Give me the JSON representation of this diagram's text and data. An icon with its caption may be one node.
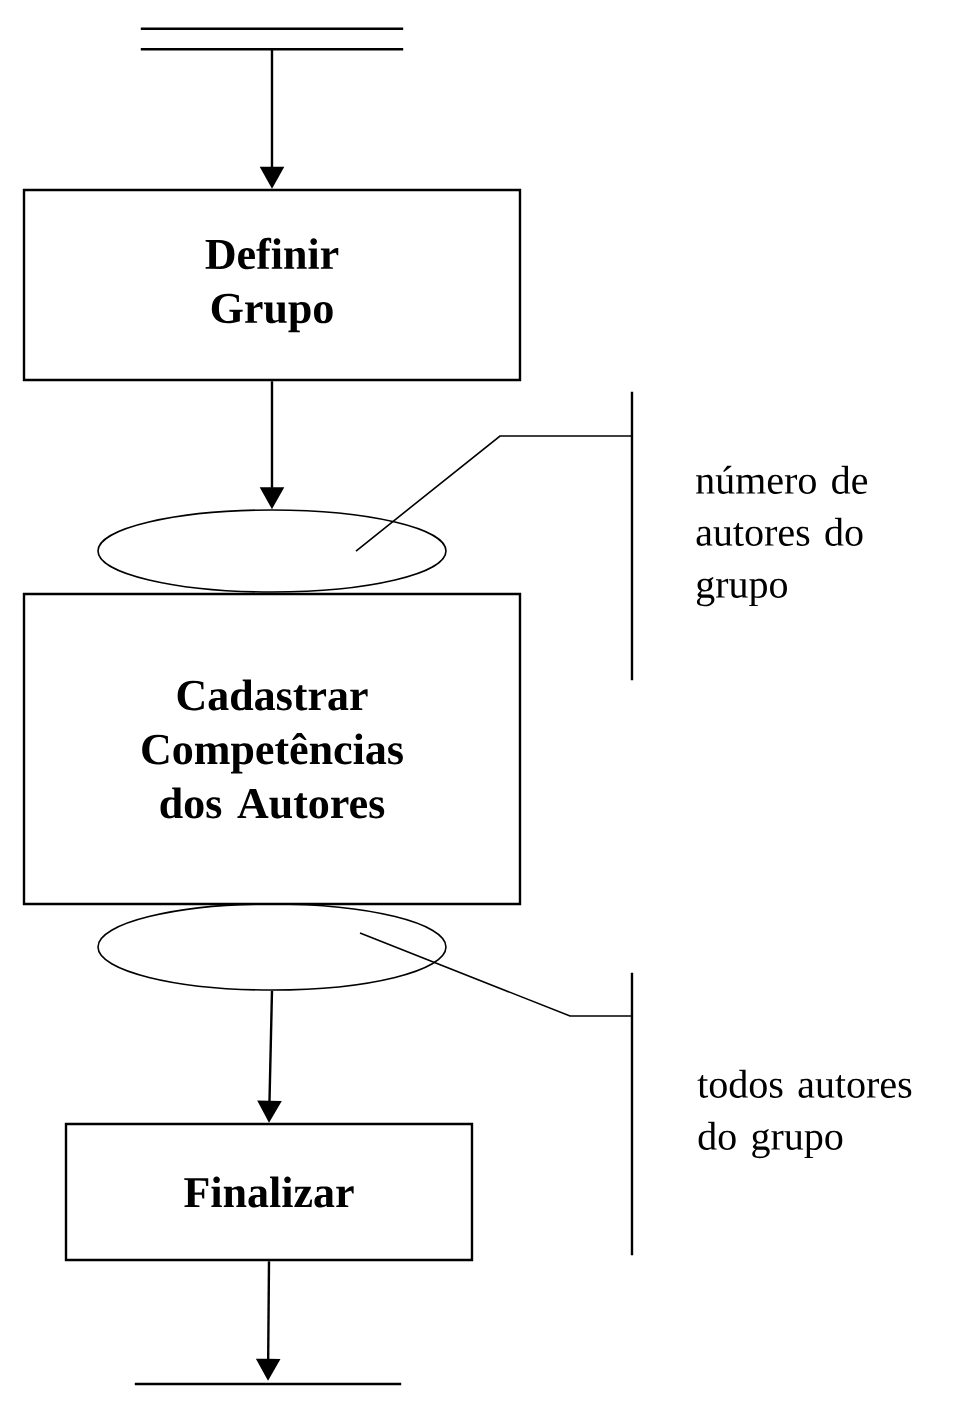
{
  "diagram": {
    "nodes": [
      {
        "text": [],
        "shape": "bar"
      },
      {
        "text": [
          "Definir Grupo"
        ]
      },
      {
        "text": [],
        "shape": "ellipse"
      },
      {
        "text": [
          "Cadastrar Competências dos Autores"
        ]
      },
      {
        "text": [],
        "shape": "ellipse"
      },
      {
        "text": [
          "Finalizar"
        ]
      },
      {
        "text": [],
        "shape": "bar"
      },
      {
        "text": [
          "número de autores do grupo"
        ]
      },
      {
        "text": [
          "todos autores do grupo"
        ]
      }
    ],
    "edges": [
      {
        "from": 0,
        "to": 1,
        "arrow": "to"
      },
      {
        "from": 1,
        "to": 2,
        "arrow": "to"
      },
      {
        "from": 4,
        "to": 5,
        "arrow": "to"
      },
      {
        "from": 5,
        "to": 6,
        "arrow": "to"
      },
      {
        "from": 7,
        "to": 2,
        "arrow": "none"
      },
      {
        "from": 8,
        "to": 4,
        "arrow": "none"
      }
    ]
  }
}
